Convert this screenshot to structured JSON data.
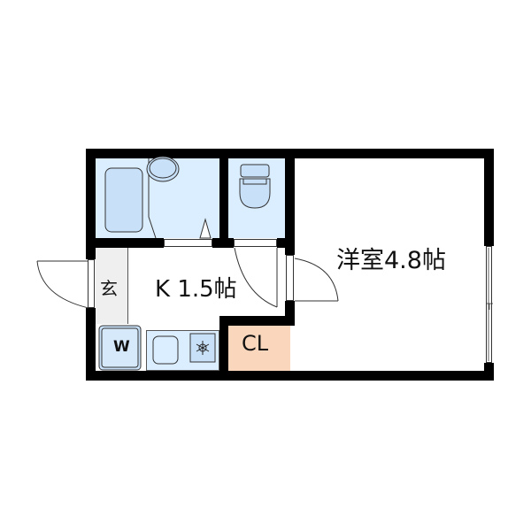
{
  "floorplan": {
    "rooms": {
      "western_room": {
        "label": "洋室4.8帖",
        "type": "bedroom"
      },
      "kitchen": {
        "label": "K 1.5帖",
        "type": "kitchen"
      },
      "entrance": {
        "label": "玄",
        "type": "genkan"
      },
      "closet": {
        "label": "CL",
        "type": "closet"
      },
      "bathroom": {
        "type": "unit-bath"
      },
      "toilet": {
        "type": "toilet"
      }
    },
    "fixtures": {
      "washer": {
        "label": "W"
      },
      "stove": {
        "icon": "gas-burner-icon"
      }
    },
    "colors": {
      "wall": "#000000",
      "wet_area": "#dbeeff",
      "fixture_fill": "#c8e0f8",
      "closet": "#fad6bc",
      "entrance": "#efefef",
      "line": "#333333"
    }
  }
}
